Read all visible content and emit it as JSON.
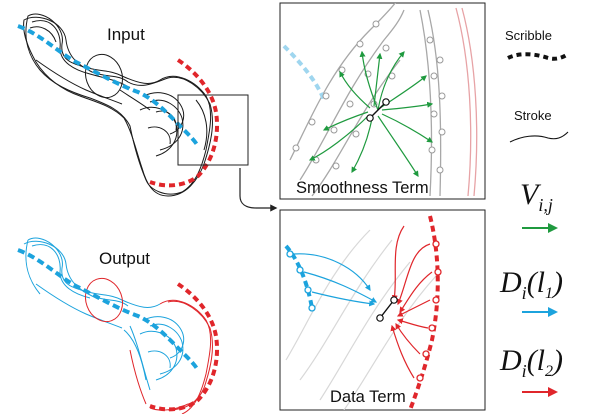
{
  "labels": {
    "input": "Input",
    "output": "Output",
    "smoothness_term": "Smoothness Term",
    "data_term": "Data Term"
  },
  "legend": {
    "scribble": "Scribble",
    "stroke": "Stroke",
    "v_main": "V",
    "v_sub": "i,j",
    "d1_main": "D",
    "d1_sub": "i",
    "d1_arg": "(l",
    "d1_arg_sub": "1",
    "d1_close": ")",
    "d2_main": "D",
    "d2_sub": "i",
    "d2_arg": "(l",
    "d2_arg_sub": "2",
    "d2_close": ")"
  },
  "colors": {
    "scribble_blue": "#1ca3dd",
    "scribble_red": "#e0262b",
    "smooth_green": "#1f9a3f",
    "sketch_black": "#1a1a1a",
    "node_gray": "#9a9a9a"
  }
}
